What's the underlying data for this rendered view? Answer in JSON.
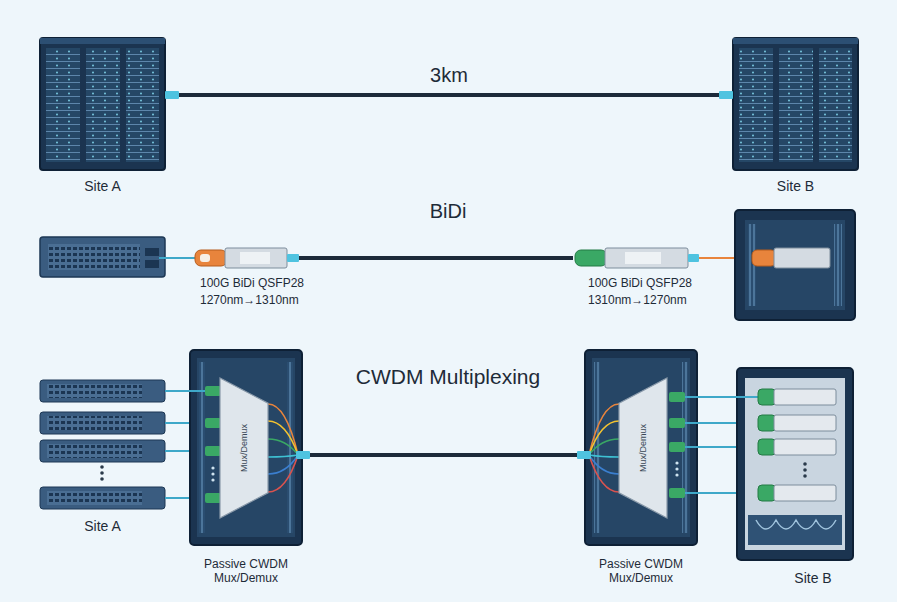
{
  "diagram": {
    "nodes": [
      {
        "text": [
          "Site A"
        ]
      },
      {
        "text": [
          "Site B"
        ]
      },
      {
        "text": [
          "100G BiDi QSFP28",
          "1270nm→1310nm"
        ]
      },
      {
        "text": [
          "100G BiDi QSFP28",
          "1310nm→1270nm"
        ]
      },
      {
        "text": [
          "Site A"
        ]
      },
      {
        "text": [
          "Passive CWDM Mux/Demux"
        ]
      },
      {
        "text": [
          "Mux/Demux"
        ],
        "in": 5
      },
      {
        "text": [
          "Passive CWDM Mux/Demux"
        ]
      },
      {
        "text": [
          "Mux/Demux"
        ],
        "in": 7
      },
      {
        "text": [
          "Site B"
        ]
      }
    ],
    "edges": [
      {
        "from": 0,
        "to": 1,
        "arrow": "none",
        "label": "3km"
      },
      {
        "from": 2,
        "to": 3,
        "arrow": "none"
      },
      {
        "from": 4,
        "to": 5,
        "arrow": "none"
      },
      {
        "from": 5,
        "to": 7,
        "arrow": "none"
      },
      {
        "from": 7,
        "to": 9,
        "arrow": "none"
      }
    ],
    "labels": [
      "BiDi",
      "CWDM Multiplexing"
    ]
  }
}
